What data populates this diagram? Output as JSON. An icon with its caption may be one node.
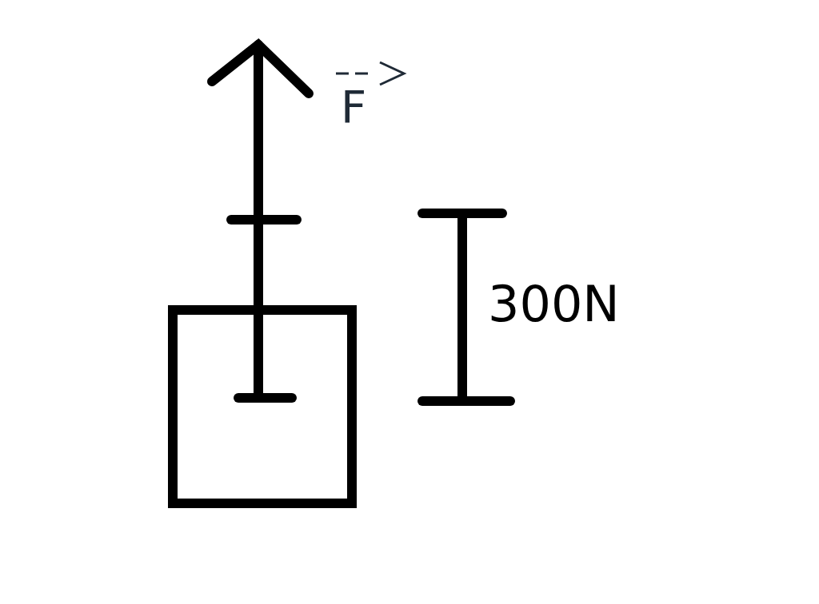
{
  "diagram": {
    "nodes": [
      {
        "text": [],
        "shape": "box"
      }
    ],
    "labels": [
      "F",
      "300N"
    ]
  }
}
